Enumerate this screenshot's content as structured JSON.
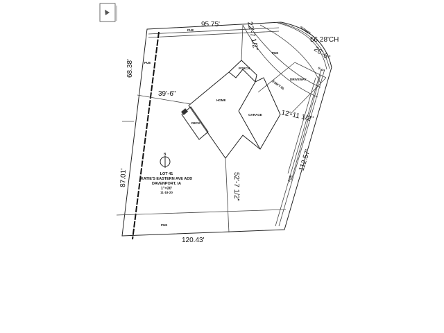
{
  "dimensions": {
    "top": "95.75'",
    "left_upper": "68.38'",
    "left_lower": "87.01'",
    "bottom": "120.43'",
    "right": "112.57'",
    "curve_chord": "56.28'CH",
    "street_width": "26'-6\"",
    "home_to_left": "39'-6\"",
    "porch_to_pue": "22'-7 1/2\"",
    "garage_to_right": "12'-11 1/2\"",
    "home_to_bottom": "52'-7 1/2\"",
    "small_right": "5'-0\""
  },
  "labels": {
    "pue_top": "PUE",
    "pue_left": "PUE",
    "pue_bottom": "PUE",
    "pue_right": "PUE",
    "pue_curve": "PUE",
    "street": "STREET",
    "porch": "PORCH",
    "home": "HOME",
    "garage": "GARAGE",
    "deck": "DECK",
    "driveway": "DRIVEWAY",
    "setback": "ESM'T BL",
    "north": "N"
  },
  "title_block": {
    "lot": "LOT 41",
    "subdivision": "KATIE'S EASTERN AVE ADD",
    "city": "DAVENPORT, IA",
    "scale": "1\"=20'",
    "date": "11-18-20"
  }
}
